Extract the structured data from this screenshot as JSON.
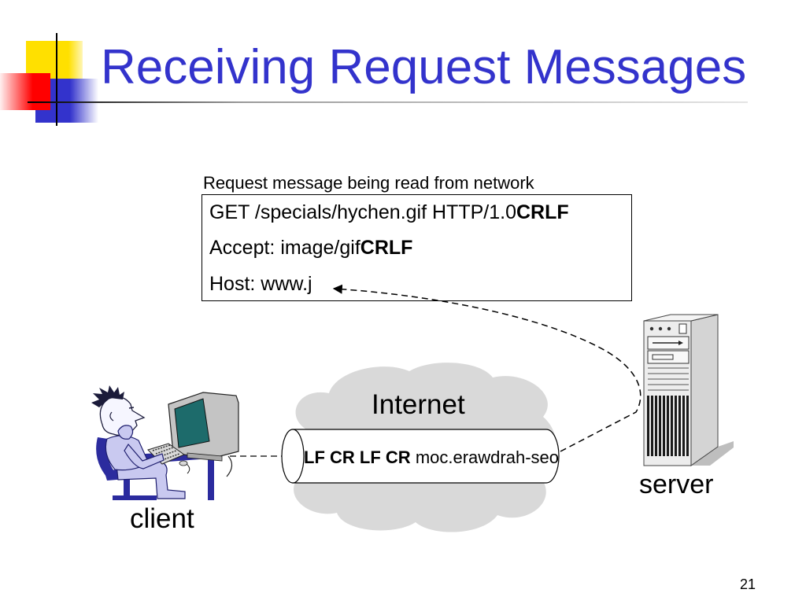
{
  "slide": {
    "title": "Receiving Request Messages",
    "page_number": "21"
  },
  "request": {
    "caption": "Request message being read from network",
    "lines": [
      {
        "text": "GET /specials/hychen.gif HTTP/1.0",
        "terminator": "CRLF"
      },
      {
        "text": "Accept: image/gif",
        "terminator": "CRLF"
      },
      {
        "text": "Host: www.j"
      }
    ]
  },
  "network": {
    "cloud_label": "Internet",
    "stream_control": "LF CR LF CR",
    "stream_text": "moc.erawdrah-seo"
  },
  "nodes": {
    "client_label": "client",
    "server_label": "server"
  },
  "icons": {
    "client": "person-at-computer-icon",
    "server": "server-tower-icon",
    "network": "cloud-icon",
    "connection": "pipe-icon"
  },
  "colors": {
    "title": "#3333CC",
    "cloud": "#D9D9D9",
    "pipe": "#FFFFFF",
    "accent_yellow": "#FFE000",
    "accent_red": "#FF0000",
    "accent_blue": "#3333CC",
    "furniture": "#2B2B9E",
    "clothing": "#C9C9F0",
    "monitor_screen": "#1D6B6B",
    "server_case": "#EDEDED"
  }
}
